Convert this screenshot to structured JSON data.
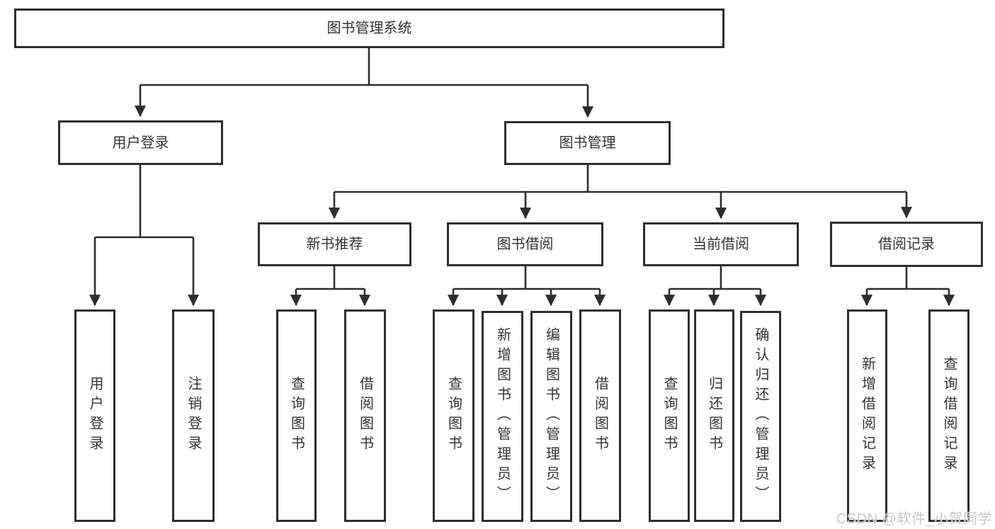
{
  "diagram": {
    "title": "图书管理系统",
    "type": "hierarchy-tree",
    "colors": {
      "line": "#2e2e2e",
      "box_border": "#2e2e2e",
      "box_fill": "#ffffff",
      "text": "#333333",
      "background": "#ffffff",
      "watermark": "#c9c9c9"
    },
    "nodes": {
      "root": {
        "label": "图书管理系统"
      },
      "user_login": {
        "label": "用户登录"
      },
      "book_mgmt": {
        "label": "图书管理"
      },
      "new_book_rec": {
        "label": "新书推荐"
      },
      "book_borrow": {
        "label": "图书借阅"
      },
      "current_borrow": {
        "label": "当前借阅"
      },
      "borrow_records": {
        "label": "借阅记录"
      },
      "leaf_user_login": {
        "label": "用户登录"
      },
      "leaf_logout": {
        "label": "注销登录"
      },
      "leaf_nb_query": {
        "label": "查询图书"
      },
      "leaf_nb_borrow": {
        "label": "借阅图书"
      },
      "leaf_bb_query": {
        "label": "查询图书"
      },
      "leaf_bb_add": {
        "label": "新增图书（管理员）"
      },
      "leaf_bb_edit": {
        "label": "编辑图书（管理员）"
      },
      "leaf_bb_borrow": {
        "label": "借阅图书"
      },
      "leaf_cb_query": {
        "label": "查询图书"
      },
      "leaf_cb_return": {
        "label": "归还图书"
      },
      "leaf_cb_confirm": {
        "label": "确认归还（管理员）"
      },
      "leaf_br_add": {
        "label": "新增借阅记录"
      },
      "leaf_br_query": {
        "label": "查询借阅记录"
      }
    },
    "hierarchy": [
      {
        "parent": "图书管理系统",
        "children": [
          "用户登录",
          "图书管理"
        ]
      },
      {
        "parent": "用户登录",
        "children": [
          "用户登录",
          "注销登录"
        ]
      },
      {
        "parent": "图书管理",
        "children": [
          "新书推荐",
          "图书借阅",
          "当前借阅",
          "借阅记录"
        ]
      },
      {
        "parent": "新书推荐",
        "children": [
          "查询图书",
          "借阅图书"
        ]
      },
      {
        "parent": "图书借阅",
        "children": [
          "查询图书",
          "新增图书（管理员）",
          "编辑图书（管理员）",
          "借阅图书"
        ]
      },
      {
        "parent": "当前借阅",
        "children": [
          "查询图书",
          "归还图书",
          "确认归还（管理员）"
        ]
      },
      {
        "parent": "借阅记录",
        "children": [
          "新增借阅记录",
          "查询借阅记录"
        ]
      }
    ],
    "watermark": "CSDN @软件_小贺同学"
  }
}
